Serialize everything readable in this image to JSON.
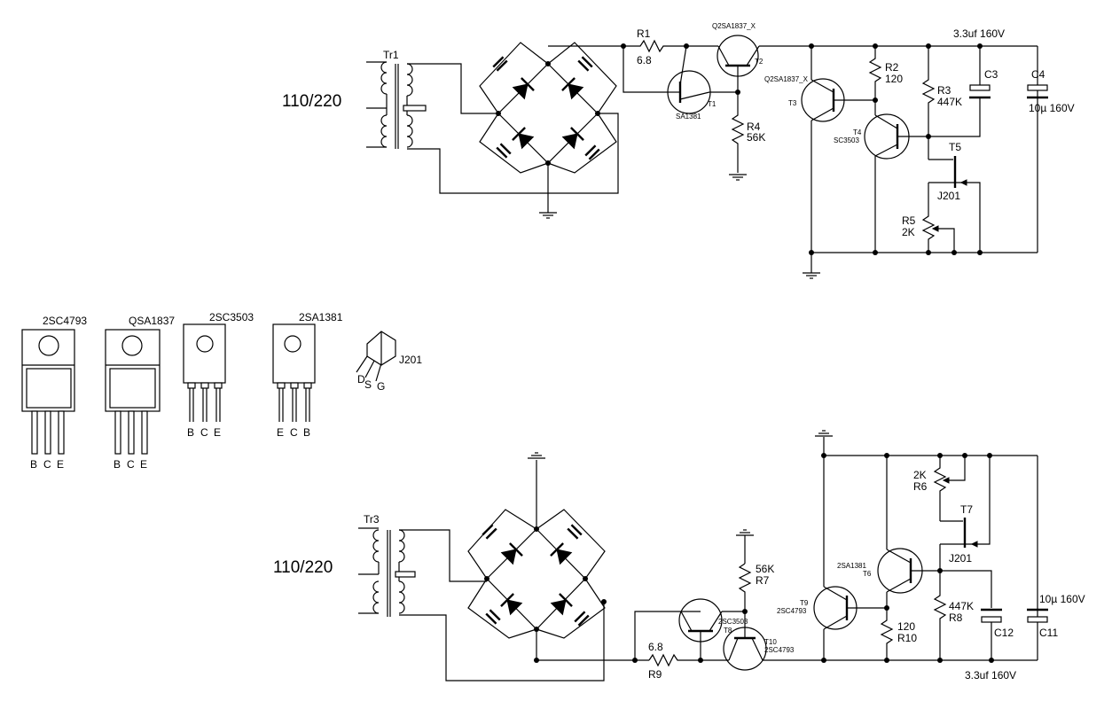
{
  "top_circuit": {
    "transformer_label": "Tr1",
    "mains_label": "110/220",
    "r1": {
      "name": "R1",
      "value": "6.8"
    },
    "q2_label": "Q2SA1837_X",
    "t2_label": "T2",
    "t1": {
      "name": "T1",
      "part": "SA1381"
    },
    "r4": {
      "name": "R4",
      "value": "56K"
    },
    "t3": {
      "name": "T3",
      "part": "Q2SA1837_X"
    },
    "r2": {
      "name": "R2",
      "value": "120"
    },
    "r3": {
      "name": "R3",
      "value": "447K"
    },
    "t4": {
      "name": "T4",
      "part": "SC3503"
    },
    "c3": {
      "name": "C3",
      "value": "3.3uf 160V"
    },
    "c4": {
      "name": "C4",
      "value": "10µ 160V"
    },
    "t5": {
      "name": "T5",
      "part": "J201"
    },
    "r5": {
      "name": "R5",
      "value": "2K"
    }
  },
  "packages": [
    {
      "name": "2SC4793",
      "pins": [
        "B",
        "C",
        "E"
      ]
    },
    {
      "name": "QSA1837",
      "pins": [
        "B",
        "C",
        "E"
      ]
    },
    {
      "name": "2SC3503",
      "pins": [
        "B",
        "C",
        "E"
      ]
    },
    {
      "name": "2SA1381",
      "pins": [
        "E",
        "C",
        "B"
      ]
    },
    {
      "name": "J201",
      "pins": [
        "D",
        "S",
        "G"
      ]
    }
  ],
  "bottom_circuit": {
    "transformer_label": "Tr3",
    "mains_label": "110/220",
    "r9": {
      "name": "R9",
      "value": "6.8"
    },
    "r7": {
      "name": "R7",
      "value": "56K"
    },
    "t8": {
      "name": "T8",
      "part": "2SC3503"
    },
    "t10": {
      "name": "T10",
      "part": "2SC4793"
    },
    "t9": {
      "name": "T9",
      "part": "2SC4793"
    },
    "t6": {
      "name": "T6",
      "part": "2SA1381"
    },
    "r10": {
      "name": "R10",
      "value": "120"
    },
    "r8": {
      "name": "R8",
      "value": "447K"
    },
    "r6": {
      "name": "R6",
      "value": "2K"
    },
    "t7": {
      "name": "T7",
      "part": "J201"
    },
    "c12": {
      "name": "C12",
      "value": "3.3uf 160V"
    },
    "c11": {
      "name": "C11",
      "value": "10µ 160V"
    }
  }
}
